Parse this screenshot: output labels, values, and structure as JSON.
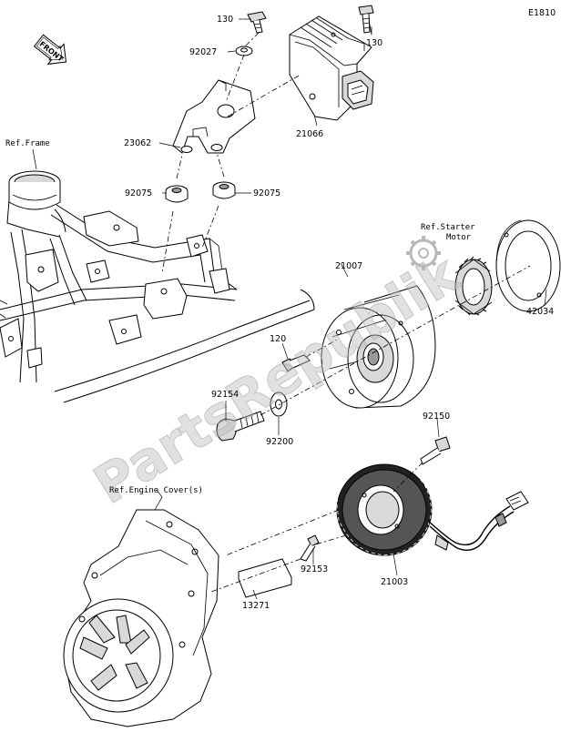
{
  "diagram": {
    "code": "E1810",
    "front_label": "FRONT",
    "watermark": "PartsRepublik",
    "references": {
      "frame": "Ref.Frame",
      "starter_motor_line1": "Ref.Starter",
      "starter_motor_line2": "Motor",
      "engine_cover": "Ref.Engine Cover(s)"
    },
    "parts": {
      "p130a": "130",
      "p130b": "130",
      "p92027": "92027",
      "p23062": "23062",
      "p92075a": "92075",
      "p92075b": "92075",
      "p21066": "21066",
      "p21007": "21007",
      "p42034": "42034",
      "p120": "120",
      "p92154": "92154",
      "p92200": "92200",
      "p92150": "92150",
      "p92153": "92153",
      "p13271": "13271",
      "p21003": "21003"
    }
  }
}
